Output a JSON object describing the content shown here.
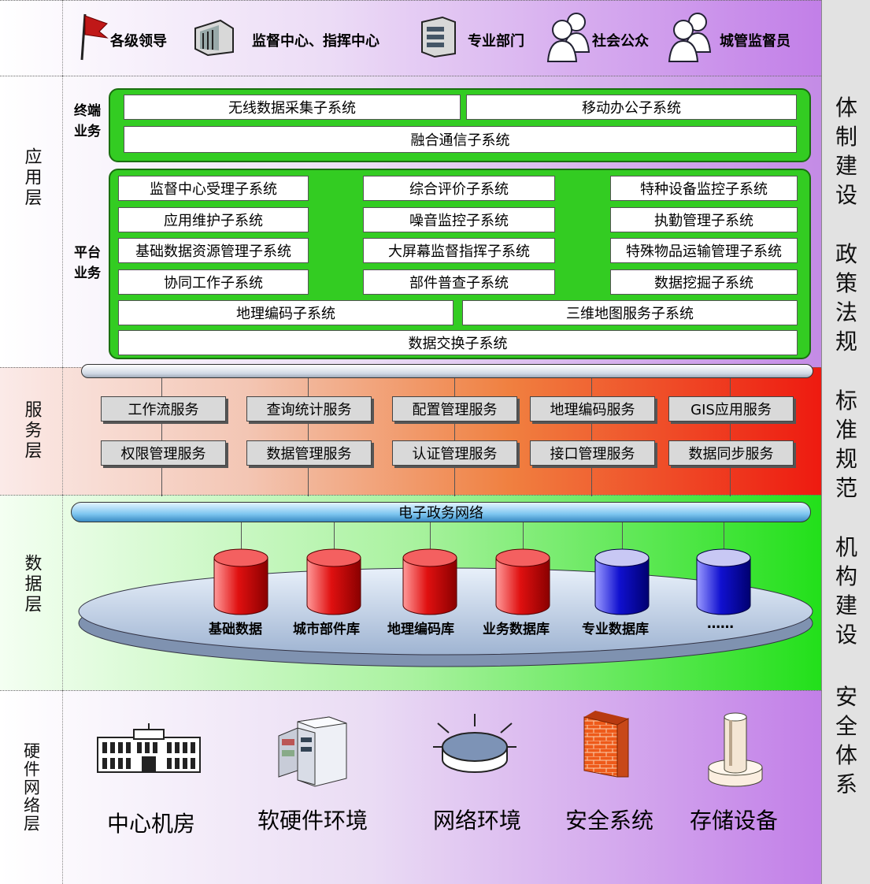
{
  "audience": [
    "各级领导",
    "监督中心、指挥中心",
    "专业部门",
    "社会公众",
    "城管监督员"
  ],
  "layers": {
    "app": "应用层",
    "service": "服务层",
    "data": "数据层",
    "hardware": "硬件网络层"
  },
  "terminal": {
    "label": "终端业务",
    "boxes": [
      "无线数据采集子系统",
      "移动办公子系统",
      "融合通信子系统"
    ]
  },
  "platform": {
    "label": "平台业务",
    "rows": [
      [
        "监督中心受理子系统",
        "综合评价子系统",
        "特种设备监控子系统"
      ],
      [
        "应用维护子系统",
        "噪音监控子系统",
        "执勤管理子系统"
      ],
      [
        "基础数据资源管理子系统",
        "大屏幕监督指挥子系统",
        "特殊物品运输管理子系统"
      ],
      [
        "协同工作子系统",
        "部件普查子系统",
        "数据挖掘子系统"
      ]
    ],
    "wide": [
      "地理编码子系统",
      "三维地图服务子系统"
    ],
    "bottom": "数据交换子系统"
  },
  "services": {
    "row1": [
      "工作流服务",
      "查询统计服务",
      "配置管理服务",
      "地理编码服务",
      "GIS应用服务"
    ],
    "row2": [
      "权限管理服务",
      "数据管理服务",
      "认证管理服务",
      "接口管理服务",
      "数据同步服务"
    ]
  },
  "network": {
    "label": "电子政务网络"
  },
  "databases": [
    {
      "label": "基础数据",
      "color": "red"
    },
    {
      "label": "城市部件库",
      "color": "red"
    },
    {
      "label": "地理编码库",
      "color": "red"
    },
    {
      "label": "业务数据库",
      "color": "red"
    },
    {
      "label": "专业数据库",
      "color": "blue"
    },
    {
      "label": "……",
      "color": "blue"
    }
  ],
  "hardware": [
    "中心机房",
    "软硬件环境",
    "网络环境",
    "安全系统",
    "存储设备"
  ],
  "right_column": [
    "体制建设",
    "政策法规",
    "标准规范",
    "机构建设",
    "安全体系"
  ],
  "colors": {
    "green": "#33cc22",
    "red_db": "#e01010",
    "blue_db": "#1010d0"
  }
}
